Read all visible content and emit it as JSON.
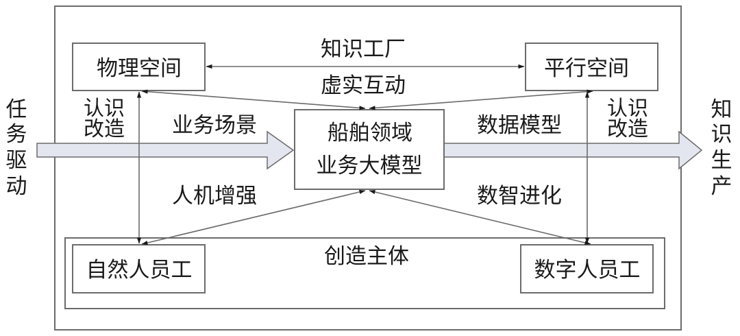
{
  "title": "船舶领域业务大模型知识生产框架",
  "colors": {
    "line": "#6b6b6b",
    "arrow_head": "#1a1a1a",
    "big_arrow_fill": "#e3e6ef",
    "big_arrow_stroke": "#6b6b6b",
    "text": "#1a1a1a"
  },
  "input": {
    "label": "任务驱动",
    "chars": [
      "任",
      "务",
      "驱",
      "动"
    ]
  },
  "output": {
    "label": "知识生产",
    "chars": [
      "知",
      "识",
      "生",
      "产"
    ]
  },
  "nodes": {
    "physical_space": "物理空间",
    "parallel_space": "平行空间",
    "core_model": {
      "line1": "船舶领域",
      "line2": "业务大模型"
    },
    "creation_subject": "创造主体",
    "natural_employee": "自然人员工",
    "digital_employee": "数字人员工"
  },
  "edge_labels": {
    "knowledge_factory": "知识工厂",
    "virtual_real_interaction": "虚实互动",
    "business_scenario": "业务场景",
    "data_model": "数据模型",
    "human_machine_enhancement": "人机增强",
    "digital_intelligence_evolution": "数智进化",
    "cognition_left": {
      "line1": "认识",
      "line2": "改造"
    },
    "cognition_right": {
      "line1": "认识",
      "line2": "改造"
    }
  }
}
